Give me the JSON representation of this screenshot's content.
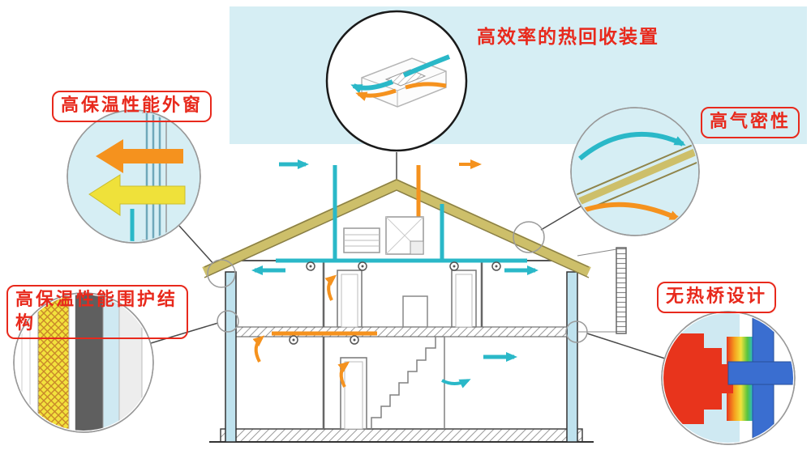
{
  "diagram": {
    "callouts": {
      "heat_recovery": {
        "label": "高效率的热回收装置"
      },
      "window": {
        "label": "高保温性能外窗"
      },
      "airtightness": {
        "label": "高气密性"
      },
      "envelope": {
        "label": "高保温性能围护结构"
      },
      "thermal_bridge": {
        "label": "无热桥设计"
      }
    },
    "colors": {
      "label_red": "#e8291c",
      "supply_air_teal": "#2ab8c8",
      "exhaust_air_orange": "#f5921e",
      "insulation_yellow": "#f2e23c",
      "roof_tan": "#cdbf6a",
      "sky_blue": "#d6eef4",
      "wall_blue": "#bfe2ee",
      "thermal_hot_red": "#e8341c",
      "thermal_cold_blue": "#3a6ed0"
    }
  }
}
